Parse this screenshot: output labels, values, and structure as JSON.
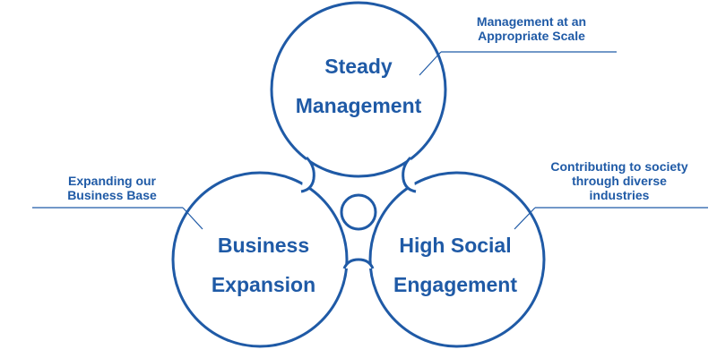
{
  "lobes": {
    "top": {
      "line1": "Steady",
      "line2": "Management"
    },
    "left": {
      "line1": "Business",
      "line2": "Expansion"
    },
    "right": {
      "line1": "High Social",
      "line2": "Engagement"
    }
  },
  "annotations": {
    "top": {
      "line1": "Management at an",
      "line2": "Appropriate Scale"
    },
    "left": {
      "line1": "Expanding our",
      "line2": "Business Base"
    },
    "right": {
      "line1": "Contributing to society",
      "line2": "through diverse",
      "line3": "industries"
    }
  },
  "colors": {
    "stroke": "#1f5aa6",
    "text": "#1f5aa6"
  }
}
